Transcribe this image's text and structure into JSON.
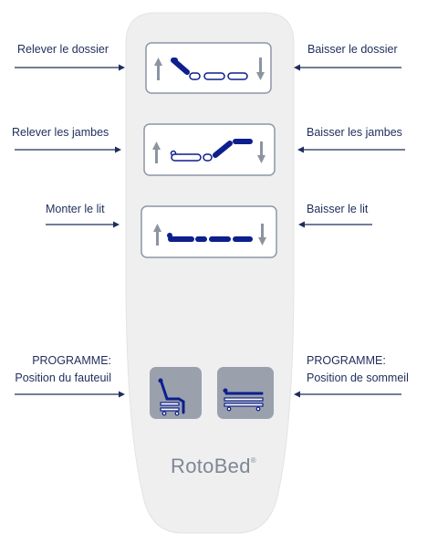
{
  "labels": {
    "back_up": "Relever le dossier",
    "back_down": "Baisser le dossier",
    "legs_up": "Relever les jambes",
    "legs_down": "Baisser les jambes",
    "bed_up": "Monter le lit",
    "bed_down": "Baisser le lit",
    "prog_left_1": "PROGRAMME:",
    "prog_left_2": "Position du fauteuil",
    "prog_right_1": "PROGRAMME:",
    "prog_right_2": "Position de sommeil"
  },
  "brand": {
    "part1": "Roto",
    "part2": "Bed",
    "mark": "®"
  },
  "colors": {
    "navy": "#1f2d5c",
    "icon_blue": "#0d1f8c",
    "remote": "#efeff0",
    "button_border": "#8e96a6",
    "prog_button": "#9aa1ad",
    "arrow_grey": "#8c94a0",
    "brand_grey": "#7f8794"
  }
}
